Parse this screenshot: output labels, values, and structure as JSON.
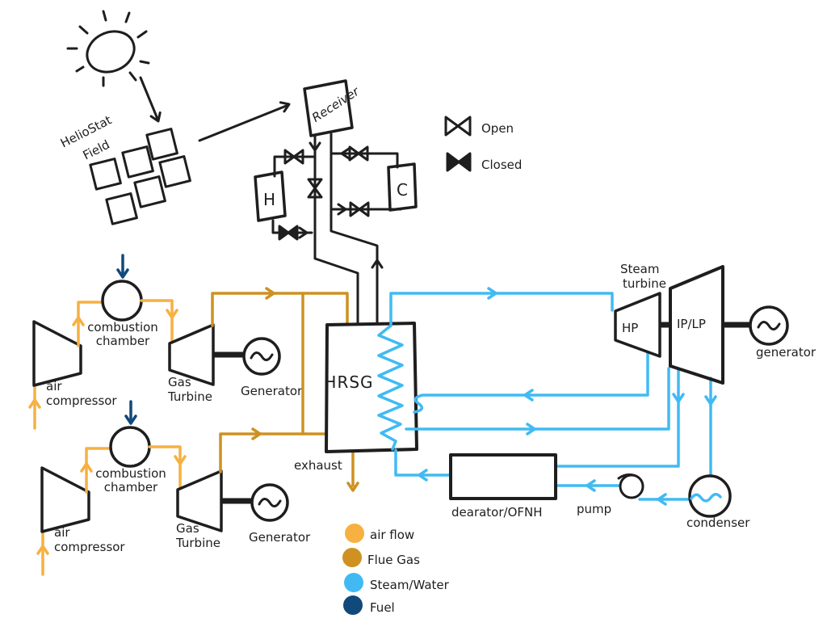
{
  "colors": {
    "ink": "#1e1e1e",
    "air_flow": "#F6B141",
    "flue_gas": "#CE9122",
    "steam_water": "#41BAF3",
    "fuel": "#11497B"
  },
  "solar": {
    "heliostat_line1": "HelioStat",
    "heliostat_line2": "Field",
    "receiver": "Receiver",
    "hot_tank": "H",
    "cold_tank": "C"
  },
  "valve_legend": {
    "open": "Open",
    "closed": "Closed"
  },
  "gas_train": {
    "compressor_l1": "air",
    "compressor_l2": "compressor",
    "chamber_l1": "combustion",
    "chamber_l2": "chamber",
    "turbine_l1": "Gas",
    "turbine_l2": "Turbine",
    "generator": "Generator"
  },
  "hrsg": {
    "label": "HRSG",
    "exhaust": "exhaust"
  },
  "steam_cycle": {
    "turbine_l1": "Steam",
    "turbine_l2": "turbine",
    "hp": "HP",
    "iplp": "IP/LP",
    "generator": "generator",
    "dearator": "dearator/OFNH",
    "pump": "pump",
    "condenser": "condenser"
  },
  "flow_legend": [
    {
      "label": "air flow",
      "color": "#F6B141"
    },
    {
      "label": "Flue Gas",
      "color": "#CE9122"
    },
    {
      "label": "Steam/Water",
      "color": "#41BAF3"
    },
    {
      "label": "Fuel",
      "color": "#11497B"
    }
  ]
}
